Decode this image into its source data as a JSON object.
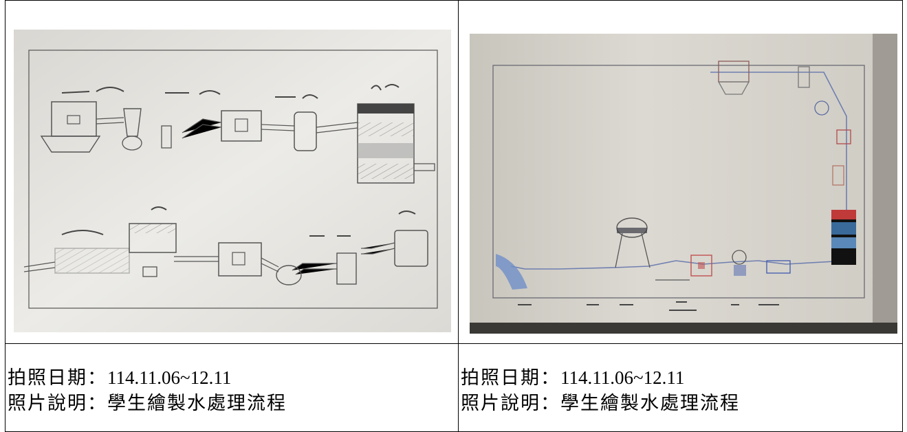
{
  "panels": [
    {
      "date_label": "拍照日期：",
      "date_value": "114.11.06~12.11",
      "caption_label": "照片說明：",
      "caption_value": "學生繪製水處理流程",
      "photo_icon": "hand-drawn-water-treatment-flow-diagram-pencil"
    },
    {
      "date_label": "拍照日期：",
      "date_value": "114.11.06~12.11",
      "caption_label": "照片說明：",
      "caption_value": "學生繪製水處理流程",
      "photo_icon": "hand-drawn-water-treatment-flow-diagram-colored"
    }
  ],
  "colors": {
    "border": "#000000",
    "paper": "#e9e7e2",
    "pencil": "#6b6b6b",
    "blue": "#4a72b8",
    "red": "#c84040"
  }
}
